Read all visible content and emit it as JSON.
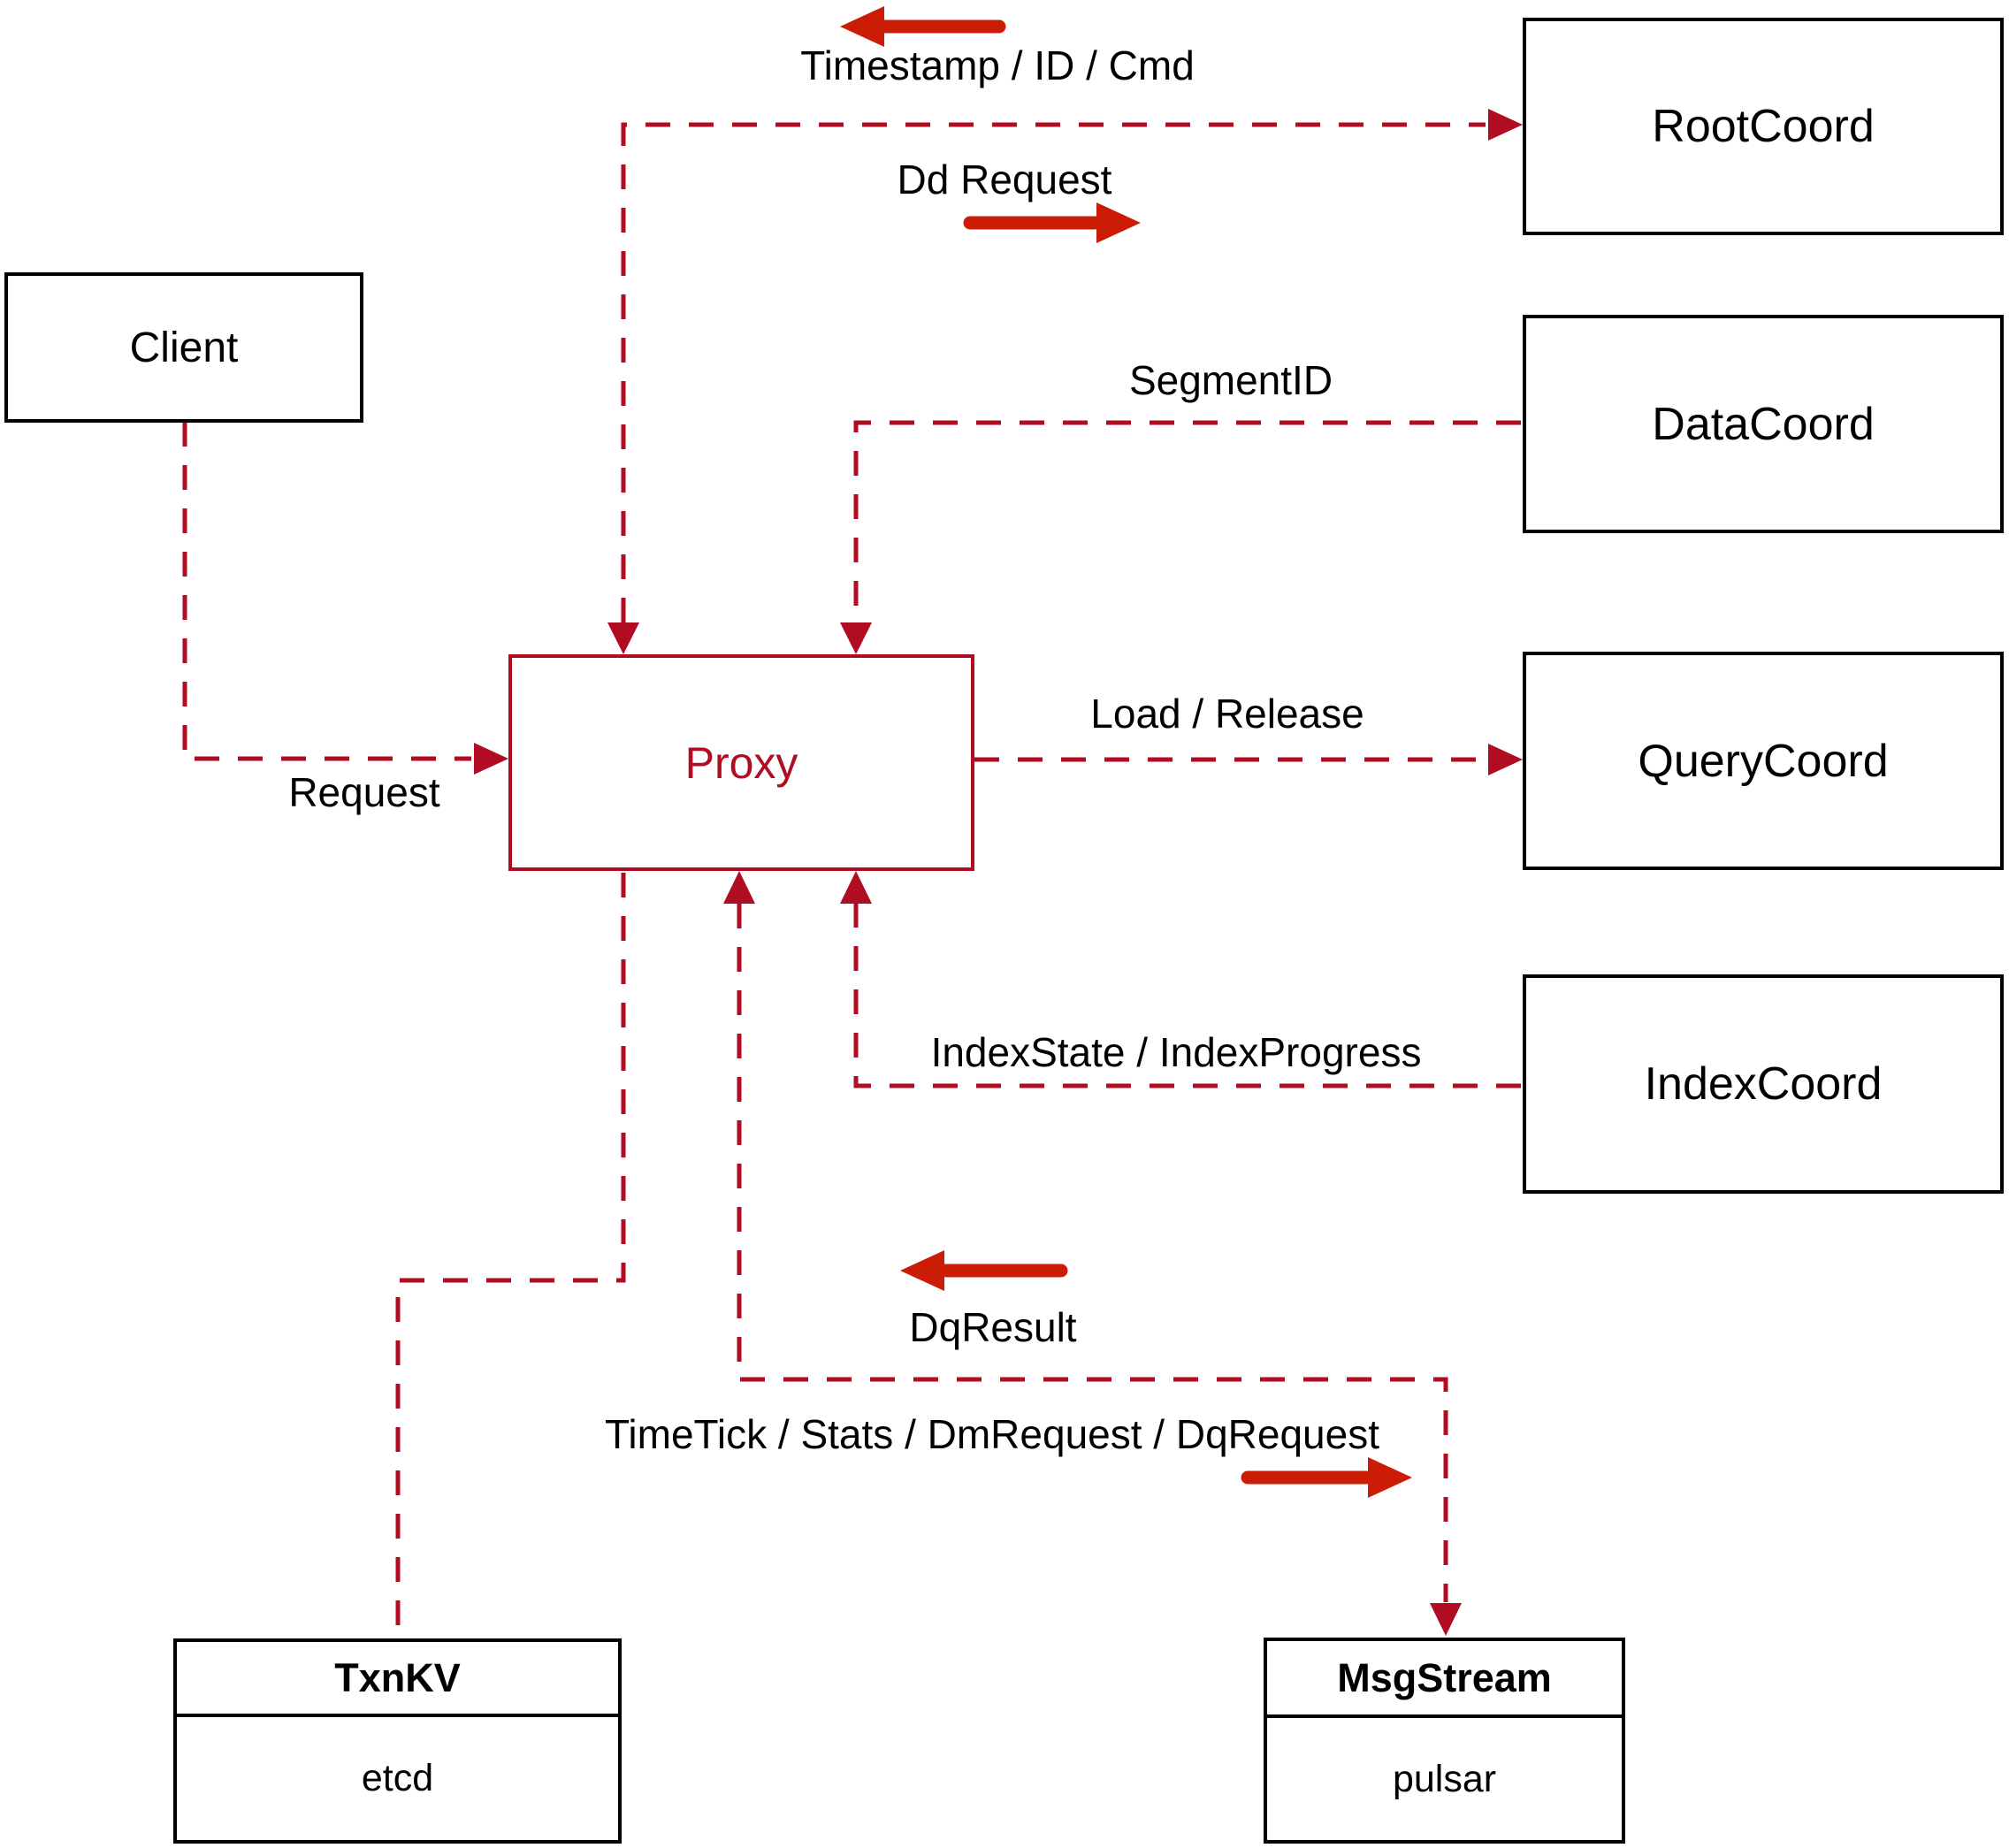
{
  "diagram": {
    "nodes": {
      "client": {
        "label": "Client"
      },
      "proxy": {
        "label": "Proxy"
      },
      "root_coord": {
        "label": "RootCoord"
      },
      "data_coord": {
        "label": "DataCoord"
      },
      "query_coord": {
        "label": "QueryCoord"
      },
      "index_coord": {
        "label": "IndexCoord"
      },
      "txn_kv": {
        "title": "TxnKV",
        "impl": "etcd"
      },
      "msg_stream": {
        "title": "MsgStream",
        "impl": "pulsar"
      }
    },
    "edges": {
      "request": {
        "label": "Request"
      },
      "timestamp": {
        "label": "Timestamp / ID / Cmd"
      },
      "dd_request": {
        "label": "Dd Request"
      },
      "segment_id": {
        "label": "SegmentID"
      },
      "load_release": {
        "label": "Load / Release"
      },
      "index_state": {
        "label": "IndexState / IndexProgress"
      },
      "dq_result": {
        "label": "DqResult"
      },
      "time_tick": {
        "label": "TimeTick / Stats / DmRequest / DqRequest"
      }
    },
    "colors": {
      "line-color": "#b00d23",
      "arrow-color": "#cb1d06",
      "box-border": "#000000",
      "text-color": "#000000"
    }
  }
}
